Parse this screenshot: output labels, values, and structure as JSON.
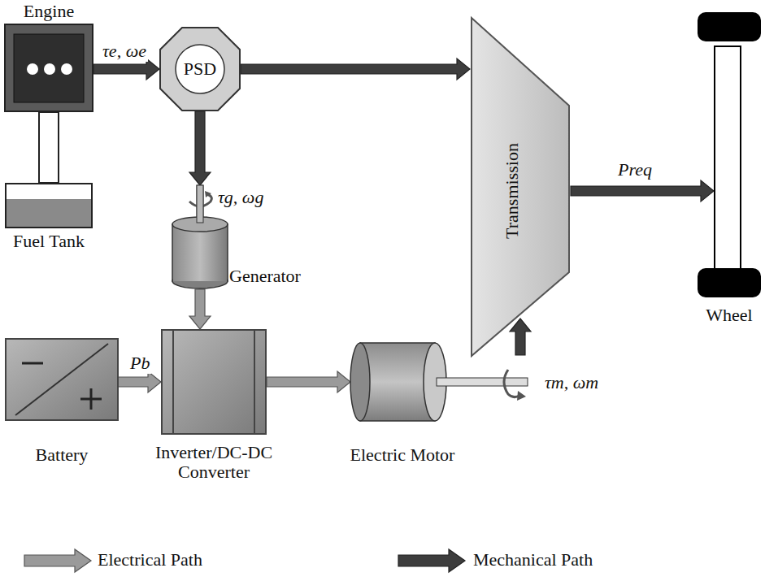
{
  "diagram": {
    "nodes": [
      {
        "text": [
          "Engine"
        ]
      },
      {
        "text": [
          "PSD"
        ]
      },
      {
        "text": [
          "Transmission"
        ]
      },
      {
        "text": [
          "Wheel"
        ]
      },
      {
        "text": [
          "Fuel Tank"
        ]
      },
      {
        "text": [
          "Generator"
        ]
      },
      {
        "text": [
          "Battery"
        ]
      },
      {
        "text": [
          "Inverter/DC-DC Converter"
        ]
      },
      {
        "text": [
          "Electric Motor"
        ]
      }
    ],
    "edges": [
      {
        "from": 0,
        "to": 1,
        "arrow": "to",
        "label": "τe, ωe"
      },
      {
        "from": 1,
        "to": 2,
        "arrow": "to"
      },
      {
        "from": 1,
        "to": 5,
        "arrow": "to"
      },
      {
        "from": 5,
        "to": 7,
        "arrow": "to"
      },
      {
        "from": 6,
        "to": 7,
        "arrow": "to",
        "label": "Pb"
      },
      {
        "from": 7,
        "to": 8,
        "arrow": "to"
      },
      {
        "from": 8,
        "to": 2,
        "arrow": "to"
      },
      {
        "from": 2,
        "to": 3,
        "arrow": "to",
        "label": "Preq"
      },
      {
        "from": 4,
        "to": 0,
        "arrow": "none"
      }
    ],
    "labels": [
      "τg, ωg",
      "τm, ωm"
    ],
    "legend": [
      {
        "text": "Electrical Path"
      },
      {
        "text": "Mechanical Path"
      }
    ]
  }
}
